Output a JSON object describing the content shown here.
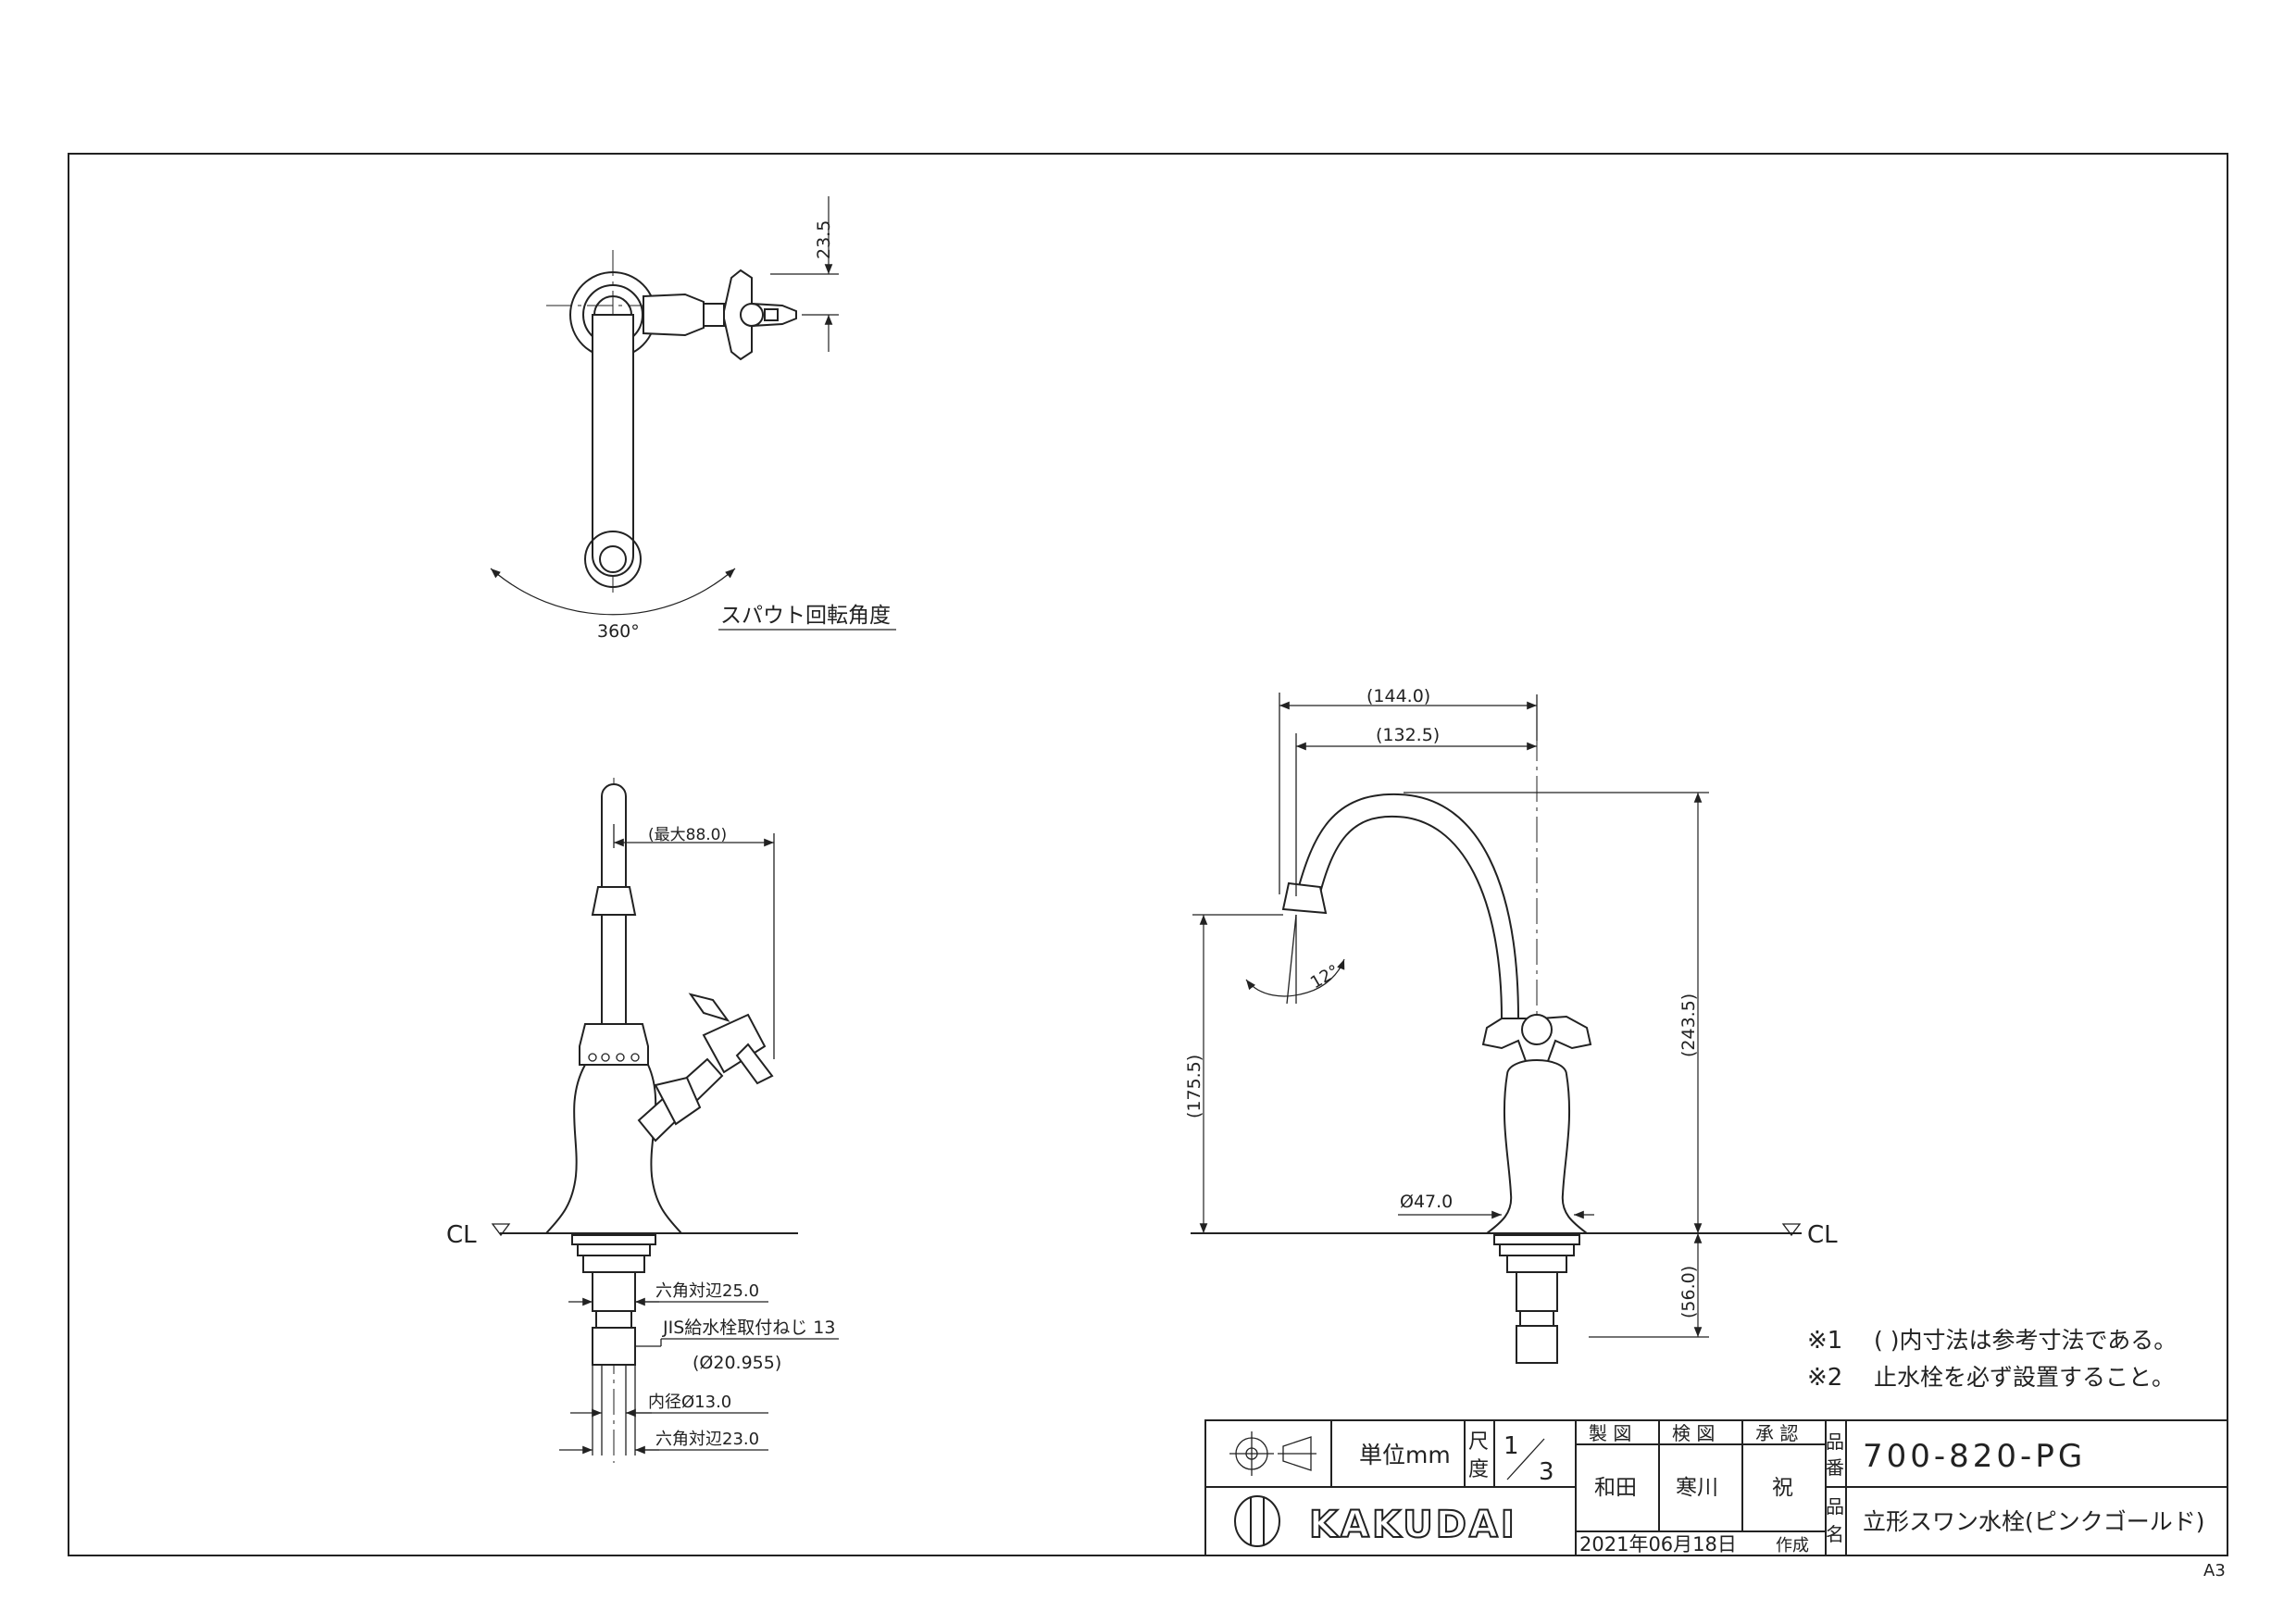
{
  "document": {
    "paper_size": "A3"
  },
  "top_view": {
    "dim_23_5": "23.5",
    "angle": "360°",
    "rotation_label": "スパウト回転角度"
  },
  "side_view": {
    "max_reach": "(最大88.0)",
    "cl_label": "CL",
    "hex25": "六角対辺25.0",
    "jis_thread": "JIS給水栓取付ねじ 13",
    "thread_diam": "(Ø20.955)",
    "inner_diam": "内径Ø13.0",
    "hex23": "六角対辺23.0"
  },
  "front_view": {
    "dim_144": "(144.0)",
    "dim_132": "(132.5)",
    "dim_243": "(243.5)",
    "dim_175": "(175.5)",
    "dim_47": "Ø47.0",
    "dim_56": "(56.0)",
    "angle_12": "12°",
    "cl_label": "CL"
  },
  "notes": {
    "note1_mark": "※1",
    "note1_text": "( )内寸法は参考寸法である。",
    "note2_mark": "※2",
    "note2_text": "止水栓を必ず設置すること。"
  },
  "title_block": {
    "unit_label": "単位mm",
    "scale_label_1": "尺",
    "scale_label_2": "度",
    "scale_num": "1",
    "scale_den": "3",
    "drawn_label": "製 図",
    "checked_label": "検 図",
    "approved_label": "承 認",
    "drawn_name": "和田",
    "checked_name": "寒川",
    "approved_name": "祝",
    "part_no_label_1": "品",
    "part_no_label_2": "番",
    "part_no": "700-820-PG",
    "part_name_label_1": "品",
    "part_name_label_2": "名",
    "part_name": "立形スワン水栓(ピンクゴールド)",
    "brand": "KAKUDAI",
    "date": "2021年06月18日",
    "created": "作成"
  }
}
